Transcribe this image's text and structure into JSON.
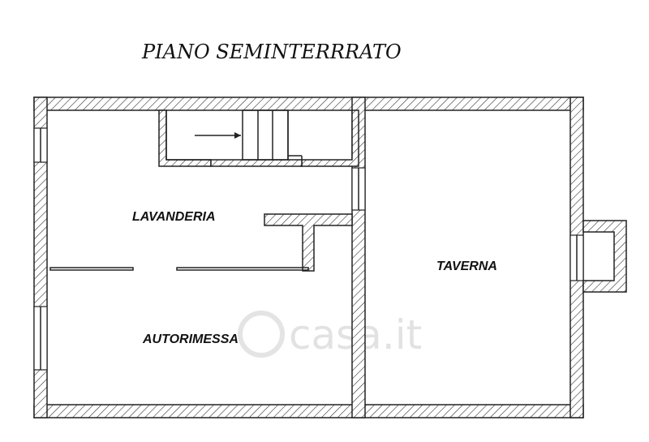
{
  "title": "PIANO SEMINTERRRATO",
  "rooms": {
    "lavanderia": "LAVANDERIA",
    "autorimessa": "AUTORIMESSA",
    "taverna": "TAVERNA"
  },
  "watermark": "casa.it",
  "colors": {
    "line": "#222222",
    "background": "#ffffff"
  }
}
